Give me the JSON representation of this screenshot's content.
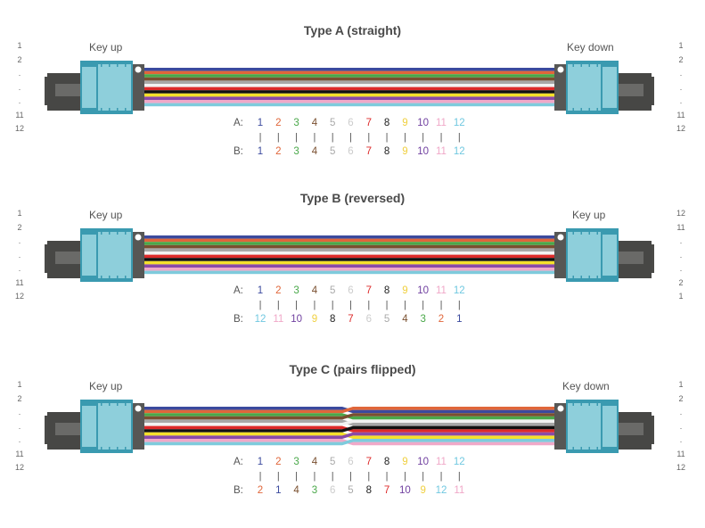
{
  "fiber_colors": [
    "#3b4a9e",
    "#e0663a",
    "#4aa84a",
    "#7a5030",
    "#a8a8a8",
    "#f2f2f2",
    "#dd2a2a",
    "#111111",
    "#f5e02a",
    "#8a4aa8",
    "#f0a8c8",
    "#7ecbdc"
  ],
  "label_colors": [
    "#3b4a9e",
    "#e0663a",
    "#4aa84a",
    "#7a5030",
    "#aaaaaa",
    "#cccccc",
    "#dd2a2a",
    "#222222",
    "#f0d040",
    "#7040a0",
    "#f0a8c8",
    "#70c8e0"
  ],
  "panels": [
    {
      "id": "type-a",
      "title": "Type A (straight)",
      "left_key": "Key up",
      "right_key": "Key down",
      "left_pins": [
        "1",
        "2",
        ".",
        ".",
        ".",
        "11",
        "12"
      ],
      "right_pins": [
        "1",
        "2",
        ".",
        ".",
        ".",
        "11",
        "12"
      ],
      "row_a_label": "A:",
      "row_b_label": "B:",
      "a": [
        1,
        2,
        3,
        4,
        5,
        6,
        7,
        8,
        9,
        10,
        11,
        12
      ],
      "b": [
        1,
        2,
        3,
        4,
        5,
        6,
        7,
        8,
        9,
        10,
        11,
        12
      ],
      "right_fiber_order": [
        1,
        2,
        3,
        4,
        5,
        6,
        7,
        8,
        9,
        10,
        11,
        12
      ],
      "right_connector_flipped": false
    },
    {
      "id": "type-b",
      "title": "Type B (reversed)",
      "left_key": "Key up",
      "right_key": "Key up",
      "left_pins": [
        "1",
        "2",
        ".",
        ".",
        ".",
        "11",
        "12"
      ],
      "right_pins": [
        "12",
        "11",
        ".",
        ".",
        ".",
        "2",
        "1"
      ],
      "row_a_label": "A:",
      "row_b_label": "B:",
      "a": [
        1,
        2,
        3,
        4,
        5,
        6,
        7,
        8,
        9,
        10,
        11,
        12
      ],
      "b": [
        12,
        11,
        10,
        9,
        8,
        7,
        6,
        5,
        4,
        3,
        2,
        1
      ],
      "right_fiber_order": [
        1,
        2,
        3,
        4,
        5,
        6,
        7,
        8,
        9,
        10,
        11,
        12
      ],
      "right_connector_flipped": false
    },
    {
      "id": "type-c",
      "title": "Type C (pairs flipped)",
      "left_key": "Key up",
      "right_key": "Key down",
      "left_pins": [
        "1",
        "2",
        ".",
        ".",
        ".",
        "11",
        "12"
      ],
      "right_pins": [
        "1",
        "2",
        ".",
        ".",
        ".",
        "11",
        "12"
      ],
      "row_a_label": "A:",
      "row_b_label": "B:",
      "a": [
        1,
        2,
        3,
        4,
        5,
        6,
        7,
        8,
        9,
        10,
        11,
        12
      ],
      "b": [
        2,
        1,
        4,
        3,
        6,
        5,
        8,
        7,
        10,
        9,
        12,
        11
      ],
      "right_fiber_order": [
        2,
        1,
        4,
        3,
        6,
        5,
        8,
        7,
        10,
        9,
        12,
        11
      ],
      "right_connector_flipped": false
    }
  ]
}
